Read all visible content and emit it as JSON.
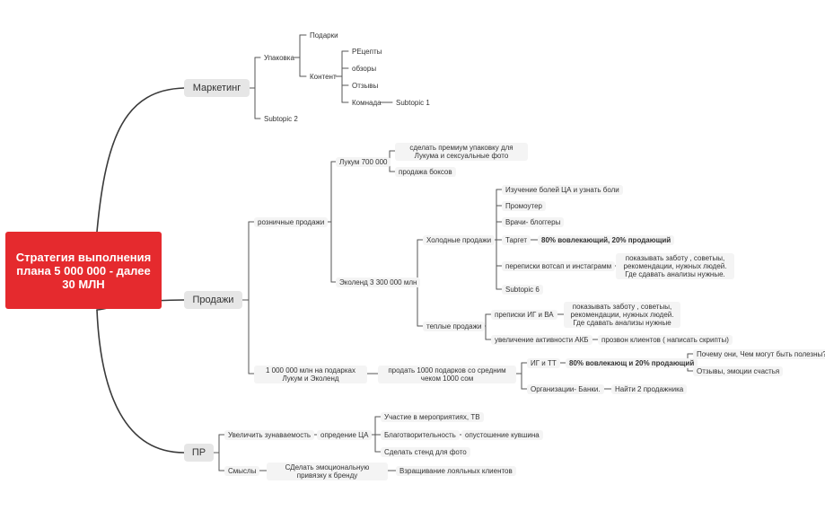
{
  "root": "Стратегия выполнения плана 5 000 000 - далее 30 МЛН",
  "marketing": {
    "label": "Маркетинг",
    "packaging": "Упаковка",
    "gifts": "Подарки",
    "content": "Контент",
    "recipes": "РЕцепты",
    "reviews_overview": "обзоры",
    "testimonials": "Отзывы",
    "team": "Комнада",
    "subtopic1": "Subtopic 1",
    "subtopic2": "Subtopic 2"
  },
  "sales": {
    "label": "Продажи",
    "retail": "розничные продажи",
    "lukum": "Лукум 700 000",
    "premium_pack": "сделать премиум упаковку для Лукума и сексуальные фото",
    "box_sales": "продажа боксов",
    "ekolend": "Эколенд  3 300 000 млн",
    "cold": "Холодные продажи",
    "pain_study": "Изучение болей ЦА и узнать боли",
    "promoter": "Промоутер",
    "doctors": "Врачи- блоггеры",
    "target": "Таргет",
    "target_detail": "80% вовлекающий, 20% продающий",
    "chats": "переписки вотсап и инстаграмм",
    "chats_detail": "показывать заботу , советыы, рекомендации, нужных людей. Где сдавать анализы нужные.",
    "subtopic6": "Subtopic 6",
    "warm": "теплые продажи",
    "ig_chats": "преписки ИГ и ВА",
    "ig_detail": "показывать заботу , советыы, рекомендации, нужных людей. Где сдавать анализы нужные",
    "akb": "увеличение активности АКБ",
    "akb_detail": "прозвон клиентов ( написать скрипты)",
    "gifts_million": "1 000 000 млн на подарках Лукум и Эколенд",
    "sell_gifts": "продать 1000 подарков со средним чеком 1000 сом",
    "ig_tt": "ИГ и ТТ",
    "ig_tt_detail": "80% вовлекающ и 20% продающий",
    "why_useful": "Почему они, Чем могут быть полезны?",
    "emotions": "Отзывы, эмоции счастья",
    "orgs": "Организации- Банки.",
    "find_sellers": "Найти 2 продажника"
  },
  "pr": {
    "label": "ПР",
    "awareness": "Увеличить зунаваемость",
    "define_ca": "опредение ЦА",
    "events": "Участие в мероприятиях, ТВ",
    "charity": "Благотворительность",
    "jug": "опустошение кувшина",
    "stand": "Сделать стенд для фото",
    "meanings": "Смыслы",
    "emotional": "СДелать эмоциональную привязку к бренду",
    "loyal": "Взращивание лояльных клиентов"
  }
}
